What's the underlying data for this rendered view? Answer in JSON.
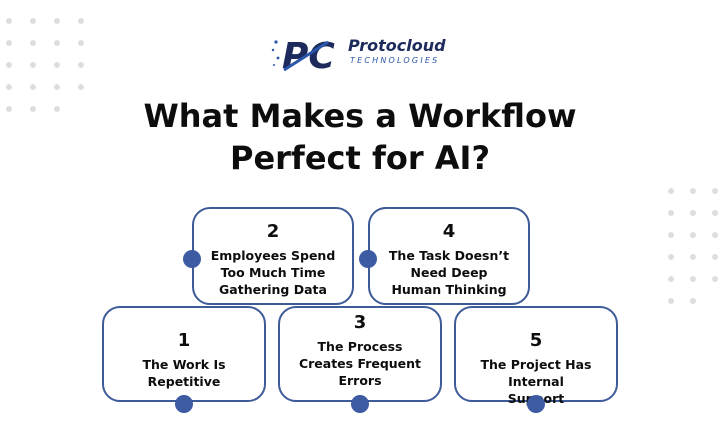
{
  "brand": {
    "name": "Protocloud",
    "tagline": "TECHNOLOGIES",
    "monogram": "PC",
    "colors": {
      "navy": "#1d2b5c",
      "blue": "#2a55a8",
      "card_border": "#3d5a99",
      "knob": "#3c5ba3"
    }
  },
  "heading": {
    "line1": "What Makes a Workflow",
    "line2": "Perfect for AI?"
  },
  "cards": [
    {
      "number": "1",
      "text": "The Work Is Repetitive"
    },
    {
      "number": "2",
      "text": "Employees Spend Too Much Time Gathering Data"
    },
    {
      "number": "3",
      "text": "The Process Creates Frequent Errors"
    },
    {
      "number": "4",
      "text": "The Task Doesn’t Need Deep Human Thinking"
    },
    {
      "number": "5",
      "text": "The Project Has Internal Support"
    }
  ]
}
